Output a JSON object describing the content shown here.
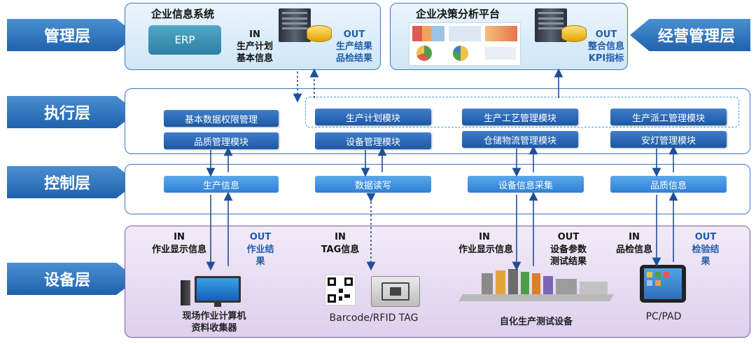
{
  "layers": {
    "management": "管理层",
    "business_management": "经营管理层",
    "execution": "执行层",
    "control": "控制层",
    "equipment": "设备层"
  },
  "enterprise_info": {
    "title": "企业信息系统",
    "erp": "ERP",
    "in_label": "IN",
    "in_line1": "生产计划",
    "in_line2": "基本信息",
    "out_label": "OUT",
    "out_line1": "生产结果",
    "out_line2": "品检结果"
  },
  "decision_platform": {
    "title": "企业决策分析平台",
    "out_label": "OUT",
    "out_line1": "整合信息",
    "out_line2": "KPI指标"
  },
  "execution_modules": [
    "基本数据权限管理",
    "品质管理模块",
    "生产计划模块",
    "设备管理模块",
    "生产工艺管理模块",
    "仓储物流管理模块",
    "生产派工管理模块",
    "安灯管理模块"
  ],
  "control_items": [
    "生产信息",
    "数据读写",
    "设备信息采集",
    "品质信息"
  ],
  "equipment": {
    "col1_in": "IN",
    "col1_in_text": "作业显示信息",
    "col1_out": "OUT",
    "col1_out_text1": "作业结",
    "col1_out_text2": "果",
    "col1_device1": "现场作业计算机",
    "col1_device2": "资料收集器",
    "col2_in": "IN",
    "col2_in_text": "TAG信息",
    "col2_device": "Barcode/RFID TAG",
    "col3_in": "IN",
    "col3_in_text": "作业显示信息",
    "col3_out": "OUT",
    "col3_out_text1": "设备参数",
    "col3_out_text2": "测试结果",
    "col3_device": "自化生产测试设备",
    "col4_in": "IN",
    "col4_in_text": "品检信息",
    "col4_out": "OUT",
    "col4_out_text1": "检验结",
    "col4_out_text2": "果",
    "col4_device": "PC/PAD"
  },
  "colors": {
    "layer_blue": "#1f62ad",
    "module_blue": "#1d58a3",
    "control_blue": "#2f80d6",
    "panel_border": "#3d79c4",
    "equipment_panel": "#ded0ee",
    "out_text": "#1f5ca8"
  }
}
